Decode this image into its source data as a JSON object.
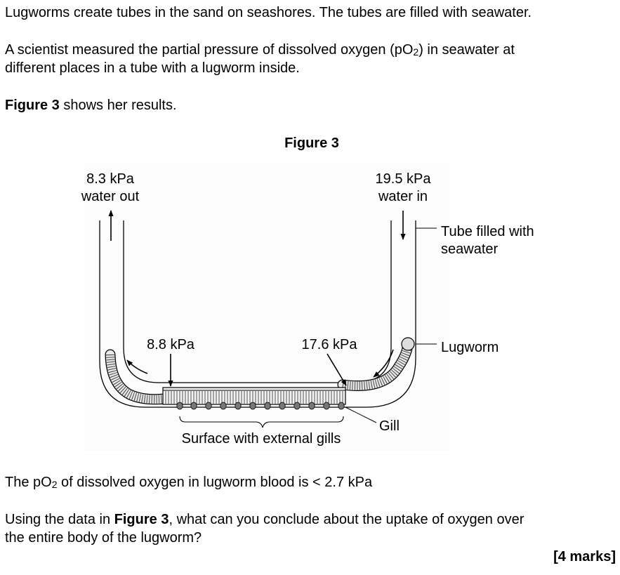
{
  "intro": {
    "line1": "Lugworms create tubes in the sand on seashores.  The tubes are filled with seawater.",
    "line2a": "A scientist measured the partial pressure of dissolved oxygen (pO",
    "line2b": ") in seawater at",
    "line3": "different places in a tube with a lugworm inside.",
    "fig_ref_bold": "Figure 3",
    "fig_ref_rest": " shows her results."
  },
  "figure": {
    "title": "Figure 3",
    "labels": {
      "left_top_value": "8.3 kPa",
      "left_top_text": "water out",
      "right_top_value": "19.5 kPa",
      "right_top_text": "water in",
      "tube_line1": "Tube filled with",
      "tube_line2": "seawater",
      "left_mid": "8.8 kPa",
      "right_mid": "17.6 kPa",
      "lugworm": "Lugworm",
      "gill": "Gill",
      "surface": "Surface with external gills"
    }
  },
  "after": {
    "blood_a": "The pO",
    "blood_b": " of dissolved oxygen in lugworm blood is < 2.7 kPa",
    "q_a": "Using the data in ",
    "q_bold": "Figure 3",
    "q_b": ", what can you conclude about the uptake of oxygen over",
    "q_line2": "the entire body of the lugworm?",
    "marks": "[4 marks]",
    "subscript": "2"
  }
}
